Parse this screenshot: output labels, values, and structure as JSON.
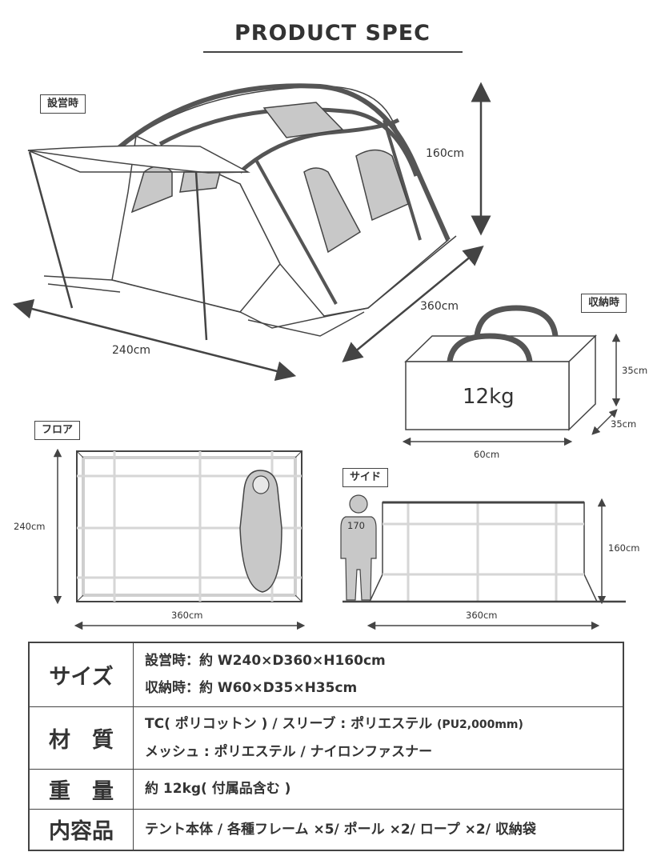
{
  "title": "PRODUCT SPEC",
  "labels": {
    "setup": "設営時",
    "storage": "収納時",
    "floor": "フロア",
    "side": "サイド"
  },
  "dimensions": {
    "tent_height": "160cm",
    "tent_depth": "360cm",
    "tent_width": "240cm",
    "bag_weight": "12kg",
    "bag_height": "35cm",
    "bag_depth": "35cm",
    "bag_width": "60cm",
    "floor_height": "240cm",
    "floor_width": "360cm",
    "side_height": "160cm",
    "side_width": "360cm",
    "person_height": "170"
  },
  "spec_table": {
    "size_label": "サイズ",
    "size_setup": "設営時：約 W240×D360×H160cm",
    "size_storage": "収納時：約 W60×D35×H35cm",
    "material_label": "材　質",
    "material_line1": "TC( ポリコットン ) / スリーブ : ポリエステル",
    "material_line1_note": "(PU2,000mm)",
    "material_line2": "メッシュ : ポリエステル / ナイロンファスナー",
    "weight_label": "重　量",
    "weight_value": "約 12kg( 付属品含む )",
    "contents_label": "内容品",
    "contents_value": "テント本体 / 各種フレーム ×5/ ポール ×2/ ロープ ×2/ 収納袋"
  },
  "colors": {
    "line": "#444444",
    "fill_gray": "#c8c8c8",
    "light_gray": "#d6d6d6"
  }
}
